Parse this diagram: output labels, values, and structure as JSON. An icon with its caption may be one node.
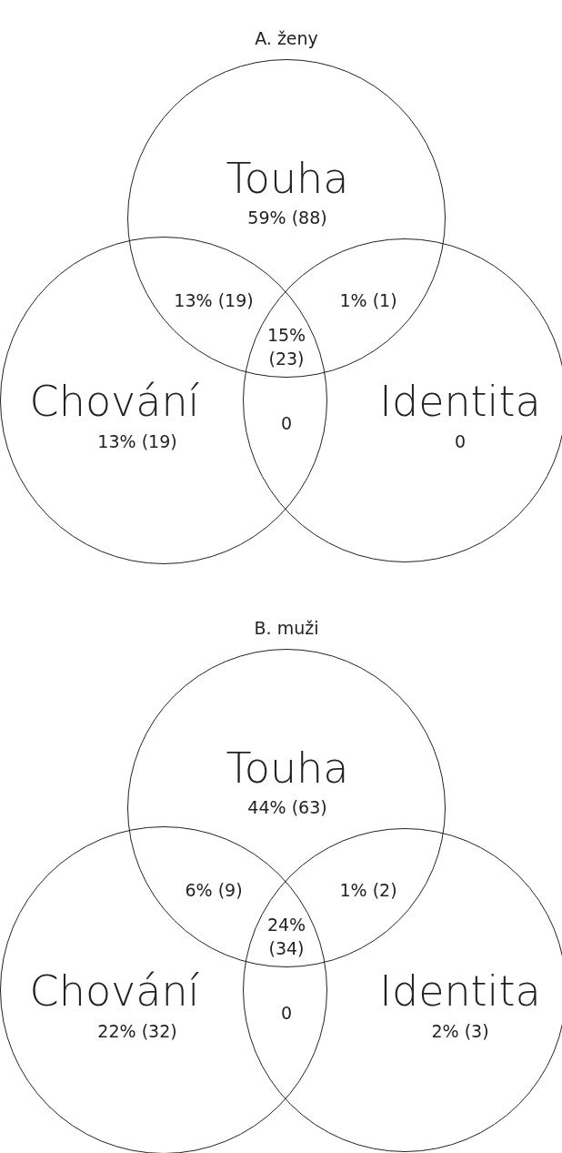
{
  "diagram": {
    "nodes": [
      {
        "text": [
          "Touha",
          "59% (88)"
        ]
      },
      {
        "text": [
          "Chování",
          "13% (19)"
        ]
      },
      {
        "text": [
          "Identita",
          "0"
        ]
      },
      {
        "text": [
          "Touha",
          "44% (63)"
        ]
      },
      {
        "text": [
          "Chování",
          "22% (32)"
        ]
      },
      {
        "text": [
          "Identita",
          "2% (3)"
        ]
      }
    ],
    "labels": [
      "A. ženy",
      "13% (19)",
      "1% (1)",
      "15% (23)",
      "0",
      "B. muži",
      "6% (9)",
      "1% (2)",
      "24% (34)",
      "0"
    ]
  }
}
